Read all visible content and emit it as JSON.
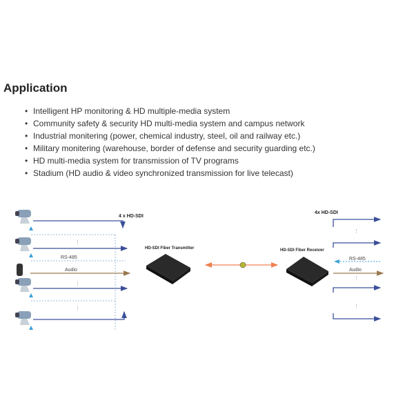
{
  "section": {
    "title": "Application",
    "items": [
      "Intelligent HP monitoring & HD multiple-media system",
      "Community safety & security HD multi-media system and campus network",
      "Industrial monitering (power, chemical industry, steel, oil and railway etc.)",
      "Military monitering (warehouse, border of defense and security guarding etc.)",
      "HD multi-media system for transmission of TV programs",
      "Stadium (HD audio & video synchronized transmission for live telecast)"
    ]
  },
  "diagram": {
    "left_label": "4 x HD-SDI",
    "right_label": "4x HD-SDI",
    "rs485": "RS-485",
    "audio": "Audio",
    "dots": "⋮",
    "transmitter": "HD-SDI Fiber Transmitter",
    "receiver": "HD-SDI Fiber Receiver",
    "colors": {
      "video": "#3b4f9a",
      "audio": "#9a7a50",
      "fiber": "#f08050",
      "rs485": "#3aa0d8"
    }
  }
}
